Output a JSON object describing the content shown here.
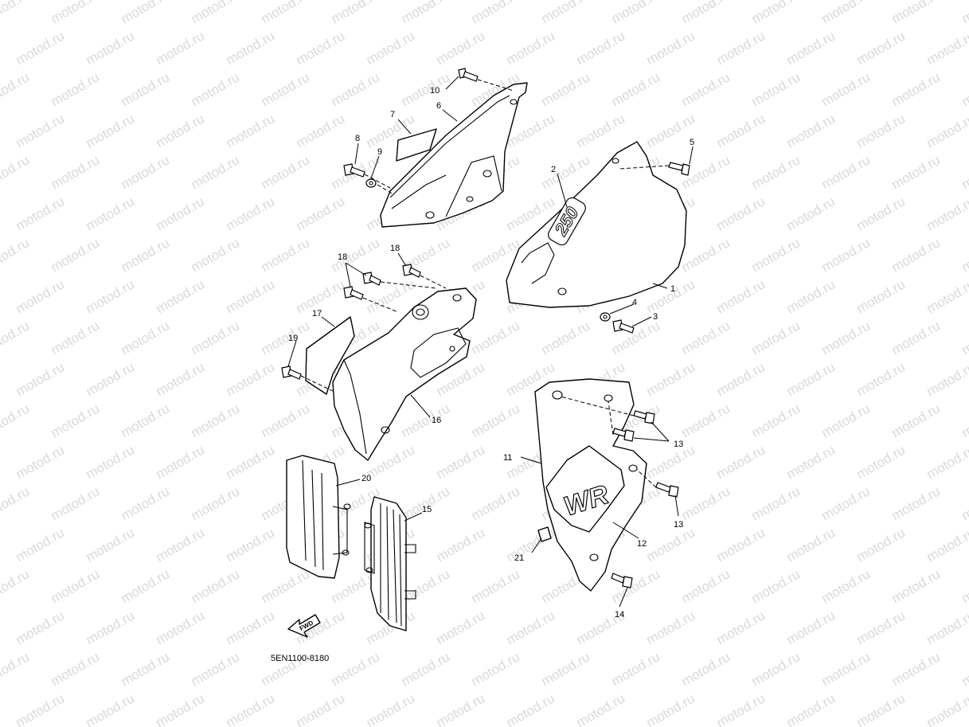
{
  "watermark": "motod.ru",
  "diagram_code": "5EN1100-8180",
  "fwd_label": "FWD",
  "callouts": {
    "c1": "1",
    "c2": "2",
    "c3": "3",
    "c4": "4",
    "c5": "5",
    "c6": "6",
    "c7": "7",
    "c8": "8",
    "c9": "9",
    "c10": "10",
    "c11": "11",
    "c12": "12",
    "c13a": "13",
    "c13b": "13",
    "c14": "14",
    "c15": "15",
    "c16": "16",
    "c17": "17",
    "c18a": "18",
    "c18b": "18",
    "c19": "19",
    "c20": "20",
    "c21": "21"
  },
  "decals": {
    "number": "250",
    "model": "WR"
  }
}
